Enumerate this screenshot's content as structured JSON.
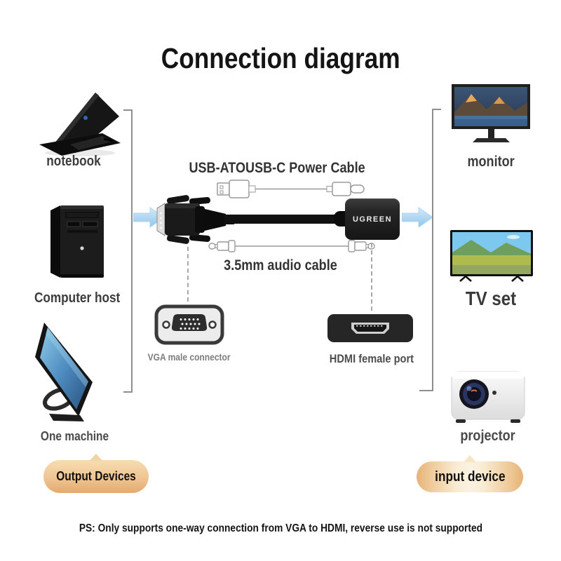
{
  "title": "Connection diagram",
  "output_group": {
    "devices": [
      {
        "label": "notebook"
      },
      {
        "label": "Computer host"
      },
      {
        "label": "One machine"
      }
    ],
    "badge": "Output Devices"
  },
  "input_group": {
    "devices": [
      {
        "label": "monitor"
      },
      {
        "label": "TV set"
      },
      {
        "label": "projector"
      }
    ],
    "badge": "input device"
  },
  "cable": {
    "power_cable_label": "USB-ATOUSB-C Power Cable",
    "audio_cable_label": "3.5mm audio cable",
    "brand": "UGREEN",
    "vga_label": "VGA male connector",
    "hdmi_label": "HDMI female port"
  },
  "footnote": "PS: Only supports one-way connection from VGA to HDMI, reverse use is not supported",
  "colors": {
    "arrow_blue": "#a9d2ef",
    "badge_tan": "#ecbe8a",
    "bracket_gray": "#8f8f8f"
  }
}
